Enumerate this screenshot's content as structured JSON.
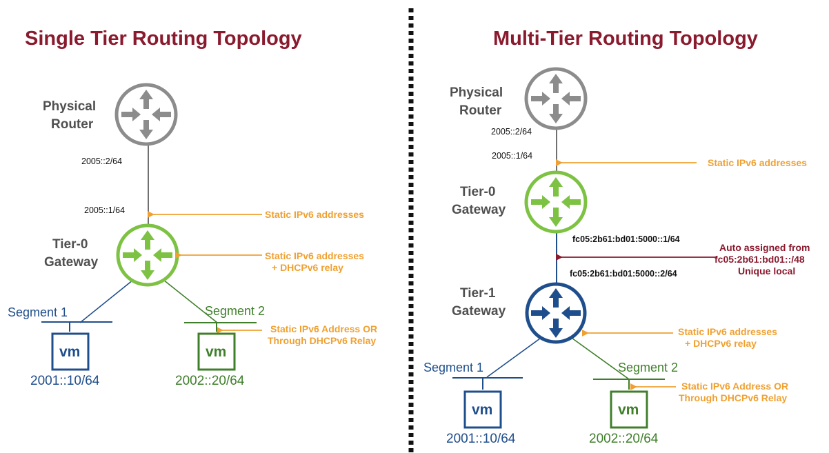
{
  "left": {
    "title": "Single Tier Routing Topology",
    "router_label": [
      "Physical",
      "Router"
    ],
    "t0_label": [
      "Tier-0",
      "Gateway"
    ],
    "addr_top": "2005::2/64",
    "addr_bottom": "2005::1/64",
    "note_static": "Static IPv6 addresses",
    "note_relay": [
      "Static IPv6 addresses",
      "+ DHCPv6 relay"
    ],
    "note_segment": [
      "Static IPv6 Address OR",
      "Through DHCPv6 Relay"
    ],
    "segment1": "Segment 1",
    "segment2": "Segment 2",
    "vm1": "vm",
    "vm2": "vm",
    "ip1": "2001::10/64",
    "ip2": "2002::20/64"
  },
  "right": {
    "title": "Multi-Tier Routing Topology",
    "router_label": [
      "Physical",
      "Router"
    ],
    "t0_label": [
      "Tier-0",
      "Gateway"
    ],
    "t1_label": [
      "Tier-1",
      "Gateway"
    ],
    "addr_top": "2005::2/64",
    "addr_bottom": "2005::1/64",
    "addr_t0_down": "fc05:2b61:bd01:5000::1/64",
    "addr_t1_up": "fc05:2b61:bd01:5000::2/64",
    "note_static": "Static IPv6 addresses",
    "note_auto": [
      "Auto assigned from",
      "fc05:2b61:bd01::/48",
      "Unique local"
    ],
    "note_relay": [
      "Static IPv6 addresses",
      "+ DHCPv6 relay"
    ],
    "note_segment": [
      "Static IPv6 Address OR",
      "Through DHCPv6 Relay"
    ],
    "segment1": "Segment 1",
    "segment2": "Segment 2",
    "vm1": "vm",
    "vm2": "vm",
    "ip1": "2001::10/64",
    "ip2": "2002::20/64"
  },
  "colors": {
    "title": "#8a1a2e",
    "router_gray": "#8c8c8c",
    "tier0_green": "#7dc242",
    "tier1_blue": "#1f4e8c",
    "segment_blue": "#1f4e8c",
    "segment_green": "#3f7f2a",
    "annotation_orange": "#f0a030",
    "annotation_red": "#8a1a2e"
  }
}
